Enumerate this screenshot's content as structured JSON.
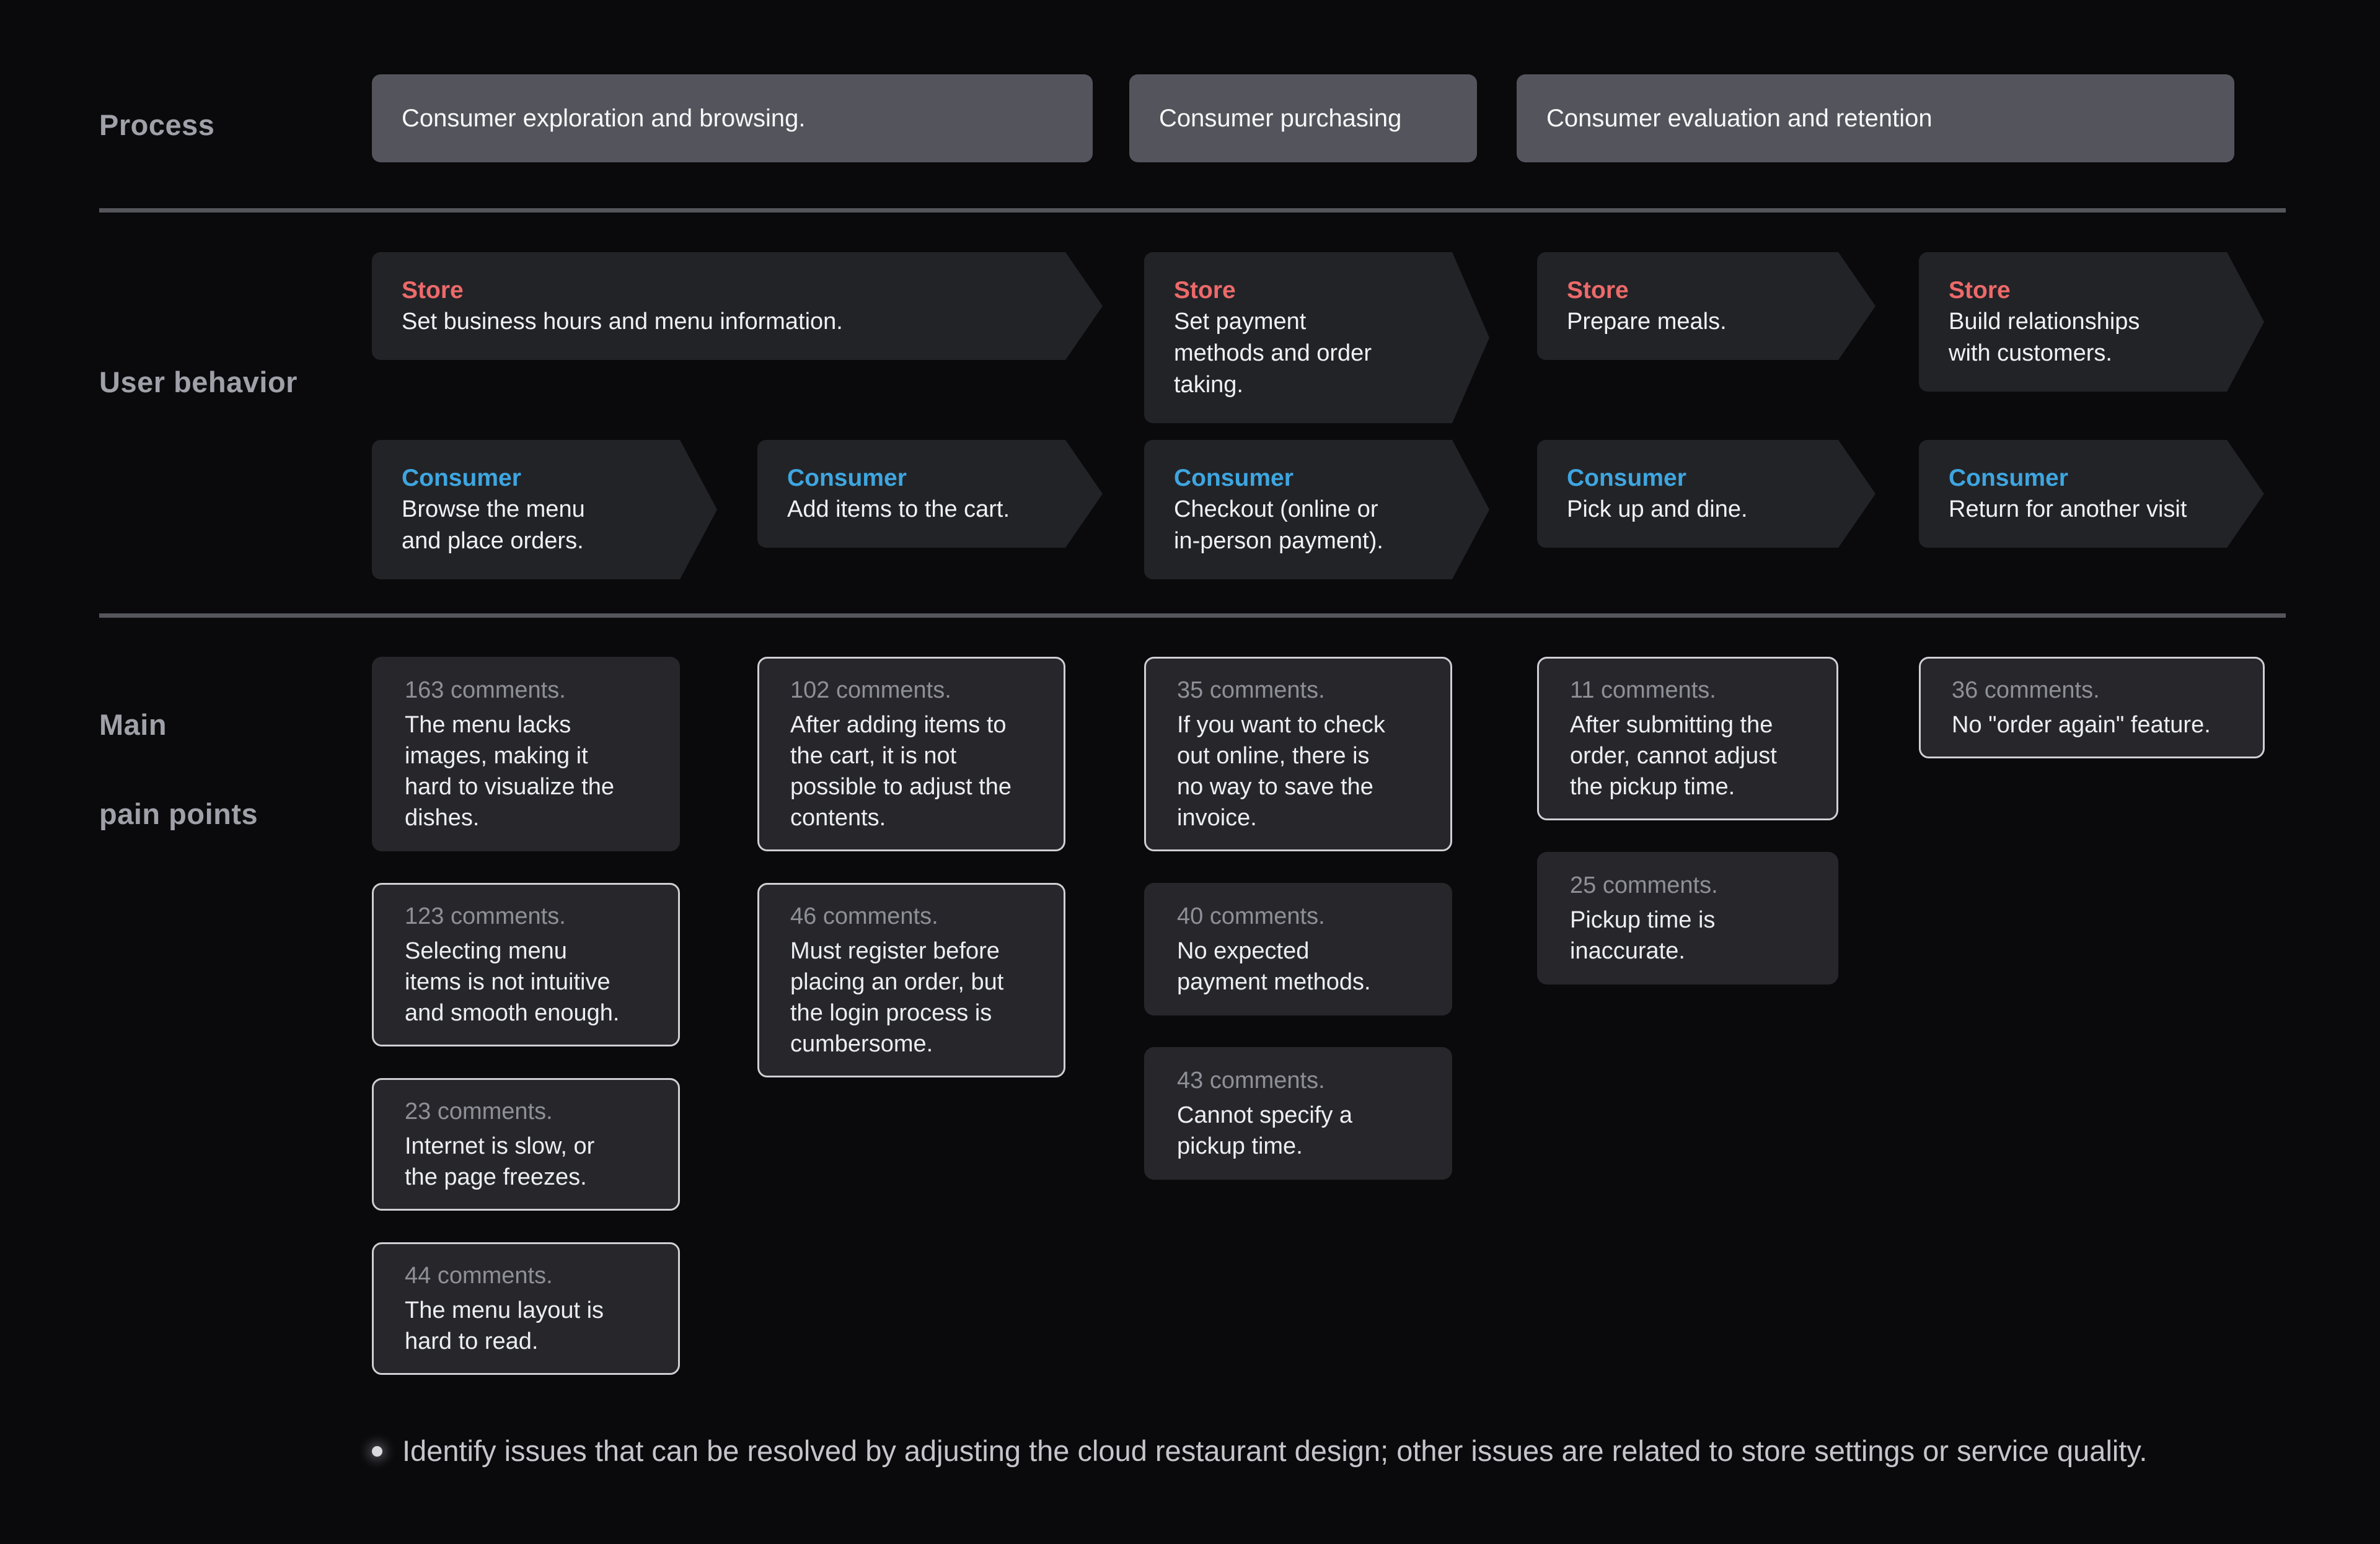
{
  "colors": {
    "background": "#0a0a0d",
    "process_box_bg": "#54545c",
    "arrow_bg": "#222327",
    "card_bg": "#27272b",
    "card_border": "#cfcfd4",
    "separator": "#55555c",
    "store_label": "#ed6a6a",
    "consumer_label": "#3ea6e0",
    "count_text": "#8f8f98",
    "body_text": "#eceef0",
    "row_label": "#9fa0a8",
    "footer_text": "#c5c5cb"
  },
  "process": {
    "label": "Process",
    "boxes": [
      {
        "text": "Consumer exploration and browsing."
      },
      {
        "text": "Consumer purchasing"
      },
      {
        "text": "Consumer evaluation and retention"
      }
    ]
  },
  "user_behavior": {
    "label": "User behavior",
    "store_arrows": [
      {
        "role": "Store",
        "text": "Set business hours and menu information."
      },
      {
        "role": "Store",
        "text": "Set payment\nmethods and order\ntaking."
      },
      {
        "role": "Store",
        "text": "Prepare meals."
      },
      {
        "role": "Store",
        "text": "Build relationships\nwith customers."
      }
    ],
    "consumer_arrows": [
      {
        "role": "Consumer",
        "text": "Browse the menu\nand place orders."
      },
      {
        "role": "Consumer",
        "text": "Add items to the cart."
      },
      {
        "role": "Consumer",
        "text": "Checkout (online or\nin-person payment)."
      },
      {
        "role": "Consumer",
        "text": "Pick up and dine."
      },
      {
        "role": "Consumer",
        "text": "Return for another visit"
      }
    ]
  },
  "pain_points": {
    "label_line1": "Main",
    "label_line2": "pain points",
    "cards": [
      {
        "col": 0,
        "count": "163 comments.",
        "text": "The menu lacks\nimages, making it\nhard to visualize the\ndishes.",
        "outlined": false
      },
      {
        "col": 0,
        "count": "123 comments.",
        "text": "Selecting menu\nitems is not intuitive\nand smooth enough.",
        "outlined": true
      },
      {
        "col": 0,
        "count": "23 comments.",
        "text": "Internet is slow, or\nthe page freezes.",
        "outlined": true
      },
      {
        "col": 0,
        "count": "44 comments.",
        "text": "The menu layout is\nhard to read.",
        "outlined": true
      },
      {
        "col": 1,
        "count": "102 comments.",
        "text": "After adding items to\nthe cart, it is not\npossible to adjust the\ncontents.",
        "outlined": true
      },
      {
        "col": 1,
        "count": "46 comments.",
        "text": "Must register before\nplacing an order, but\nthe login process is\ncumbersome.",
        "outlined": true
      },
      {
        "col": 2,
        "count": "35 comments.",
        "text": "If you want to check\nout online, there is\nno way to save the\ninvoice.",
        "outlined": true
      },
      {
        "col": 2,
        "count": "40 comments.",
        "text": "No expected\npayment methods.",
        "outlined": false
      },
      {
        "col": 2,
        "count": "43 comments.",
        "text": "Cannot specify a\npickup time.",
        "outlined": false
      },
      {
        "col": 3,
        "count": "11 comments.",
        "text": "After submitting the\norder, cannot adjust\nthe pickup time.",
        "outlined": true
      },
      {
        "col": 3,
        "count": "25 comments.",
        "text": "Pickup time is\ninaccurate.",
        "outlined": false
      },
      {
        "col": 4,
        "count": "36 comments.",
        "text": "No \"order again\" feature.",
        "outlined": true
      }
    ]
  },
  "footer": {
    "note": "Identify issues that can be resolved by adjusting the cloud restaurant design; other issues are related to store settings or service quality."
  }
}
